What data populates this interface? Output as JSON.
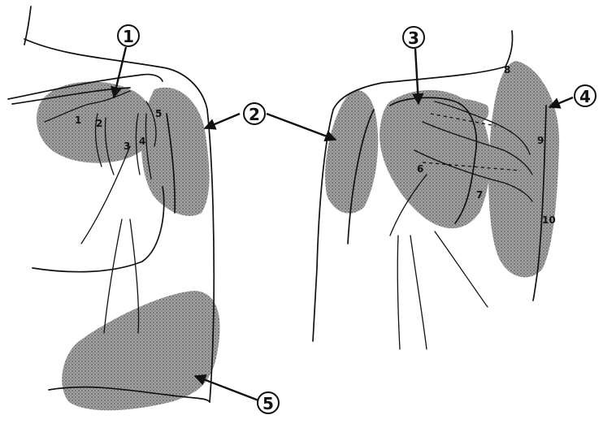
{
  "zone_labels": [
    "1",
    "2",
    "3",
    "4",
    "5"
  ],
  "point_labels": [
    "1",
    "2",
    "3",
    "4",
    "5",
    "6",
    "7",
    "8",
    "9",
    "10"
  ],
  "colors": {
    "ink": "#111111",
    "stipple": "#8a8a8a",
    "background": "#ffffff"
  }
}
